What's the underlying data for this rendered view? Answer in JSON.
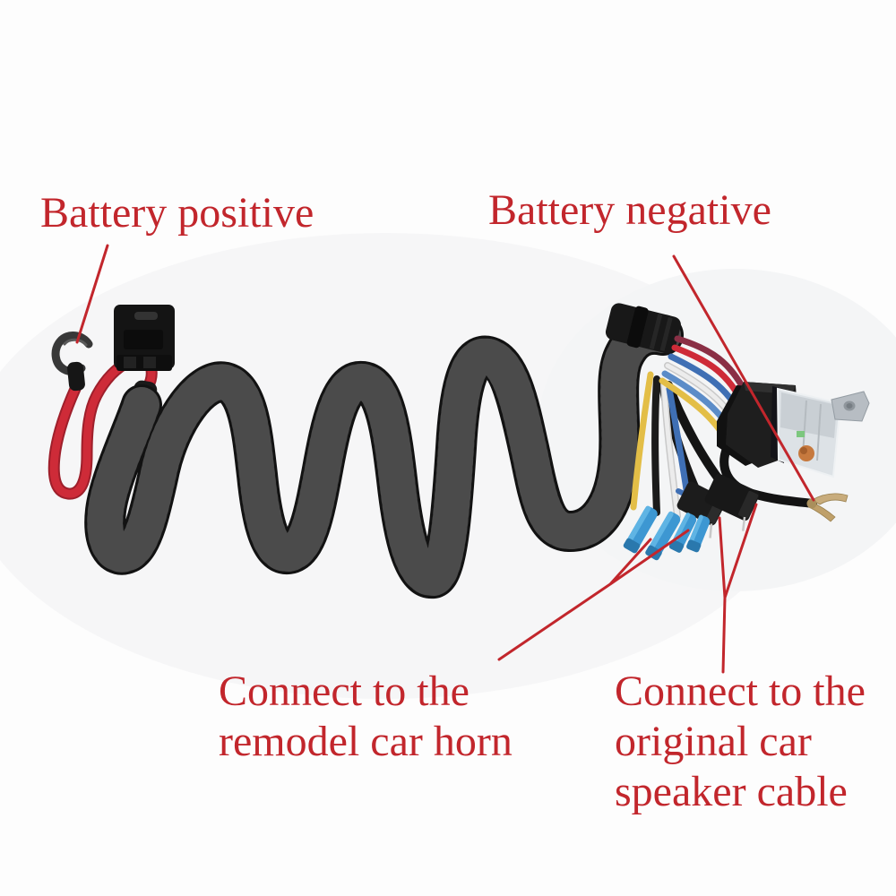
{
  "page": {
    "description": "Product photo of a car horn relay wiring harness kit with red instructional callouts",
    "background": "#fdfdfd"
  },
  "annotation": {
    "color": "#c2262c"
  },
  "labels": {
    "battery_positive": {
      "text": "Battery positive"
    },
    "battery_negative": {
      "text": "Battery negative"
    },
    "remodel_horn": {
      "line1": "Connect to the",
      "line2": "remodel car horn"
    },
    "speaker_cable": {
      "line1": "Connect to the",
      "line2": "original car",
      "line3": "speaker cable"
    }
  },
  "components": [
    {
      "id": "ring-terminal",
      "name": "battery positive ring terminal"
    },
    {
      "id": "fuse-holder",
      "name": "inline fuse holder"
    },
    {
      "id": "red-power-wire",
      "name": "red battery wire loop"
    },
    {
      "id": "coiled-cable",
      "name": "black coiled corrugated harness tube"
    },
    {
      "id": "wire-bundle",
      "name": "multi-color wire bundle"
    },
    {
      "id": "blue-spade-terminals",
      "name": "blue female spade terminals (remodel horn)"
    },
    {
      "id": "horn-connectors",
      "name": "black plug connectors (original speaker cable)"
    },
    {
      "id": "relay-socket",
      "name": "relay socket"
    },
    {
      "id": "relay",
      "name": "horn relay with clear cover"
    },
    {
      "id": "mounting-bracket",
      "name": "relay mounting bracket"
    },
    {
      "id": "fork-terminal",
      "name": "battery negative fork terminal"
    }
  ],
  "colors": {
    "annotation_red": "#c2262c",
    "wire_red": "#ce2b38",
    "wire_maroon": "#8a2f45",
    "wire_yellow": "#e3be47",
    "wire_blue": "#3f6fb4",
    "wire_light_blue": "#5b8cc8",
    "wire_white": "#e8e8e8",
    "wire_black": "#1b1b1b",
    "terminal_blue": "#3d97d2",
    "tube_black": "#1f1f1f",
    "metal_gray": "#b7bdc3",
    "copper": "#c6793e",
    "contact_green": "#7cc77e",
    "fork_brass": "#c8ac7c"
  }
}
